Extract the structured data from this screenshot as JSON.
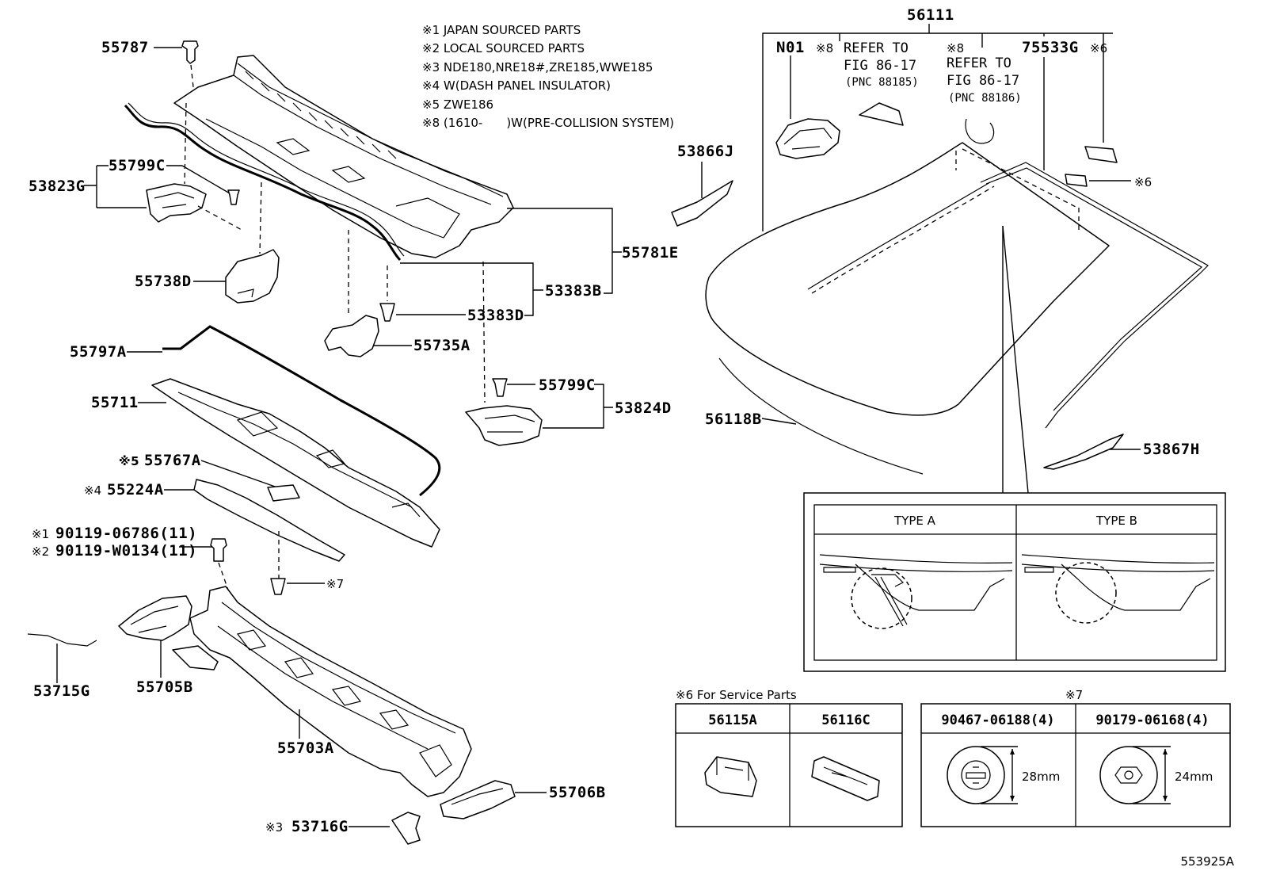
{
  "notes": [
    "※1 JAPAN SOURCED PARTS",
    "※2 LOCAL SOURCED PARTS",
    "※3 NDE180,NRE18#,ZRE185,WWE185",
    "※4 W(DASH PANEL INSULATOR)",
    "※5 ZWE186",
    "※8 (1610-　　)W(PRE-COLLISION SYSTEM)"
  ],
  "labels": {
    "p55787": "55787",
    "p55799c_top": "55799C",
    "p53823g": "53823G",
    "p55738d": "55738D",
    "p55781e": "55781E",
    "p53383b": "53383B",
    "p53383d": "53383D",
    "p55735a": "55735A",
    "p55797a": "55797A",
    "p55799c_mid": "55799C",
    "p53824d": "53824D",
    "p55711": "55711",
    "p55767a": "55767A",
    "p55224a": "55224A",
    "p90119_1": "90119-06786(11)",
    "p90119_2": "90119-W0134(11)",
    "p53715g": "53715G",
    "p55705b": "55705B",
    "p55703a": "55703A",
    "p55706b": "55706B",
    "p53716g": "53716G",
    "p56111": "56111",
    "pN01": "N01",
    "p75533g": "75533G",
    "p53866j": "53866J",
    "p56118b": "56118B",
    "p53867h": "53867H",
    "m5": "※5",
    "m4": "※4",
    "m1": "※1",
    "m2": "※2",
    "m3": "※3",
    "m7": "※7",
    "m6a": "※6",
    "m6b": "※6",
    "m8a": "※8",
    "m8b": "※8"
  },
  "refs": {
    "ref1_line1": "REFER  TO",
    "ref1_line2": "FIG 86-17",
    "ref1_line3": "(PNC 88185)",
    "ref2_line1": "REFER  TO",
    "ref2_line2": "FIG 86-17",
    "ref2_line3": "(PNC 88186)"
  },
  "type_box": {
    "type_a": "TYPE A",
    "type_b": "TYPE B"
  },
  "service_table": {
    "caption": "※6 For Service Parts",
    "col1": "56115A",
    "col2": "56116C"
  },
  "fastener_table": {
    "caption": "※7",
    "col1": "90467-06188(4)",
    "col2": "90179-06168(4)",
    "dim1": "28mm",
    "dim2": "24mm"
  },
  "diagram_id": "553925A"
}
